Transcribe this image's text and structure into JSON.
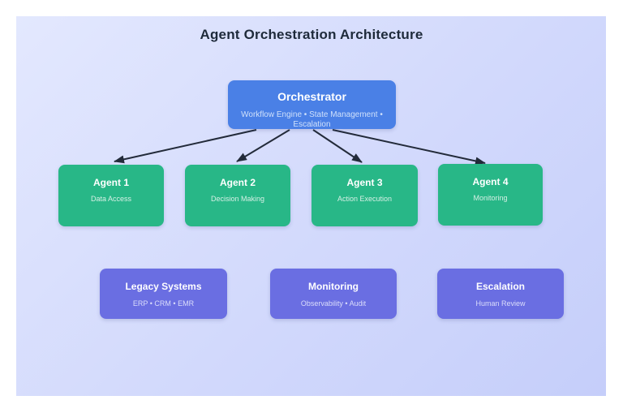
{
  "title": "Agent Orchestration Architecture",
  "nodes": {
    "orchestrator": {
      "title": "Orchestrator",
      "subtitle": "Workflow Engine • State Management • Escalation"
    },
    "agents": [
      {
        "title": "Agent 1",
        "subtitle": "Data Access"
      },
      {
        "title": "Agent 2",
        "subtitle": "Decision Making"
      },
      {
        "title": "Agent 3",
        "subtitle": "Action Execution"
      },
      {
        "title": "Agent 4",
        "subtitle": "Monitoring"
      }
    ],
    "systems": [
      {
        "title": "Legacy Systems",
        "subtitle": "ERP • CRM • EMR"
      },
      {
        "title": "Monitoring",
        "subtitle": "Observability • Audit"
      },
      {
        "title": "Escalation",
        "subtitle": "Human Review"
      }
    ]
  },
  "edges": [
    {
      "from": "Orchestrator",
      "to": "Agent 1"
    },
    {
      "from": "Orchestrator",
      "to": "Agent 2"
    },
    {
      "from": "Orchestrator",
      "to": "Agent 3"
    },
    {
      "from": "Orchestrator",
      "to": "Agent 4"
    }
  ],
  "colors": {
    "background_gradient_start": "#e3e8fe",
    "background_gradient_end": "#c5cefa",
    "orchestrator_fill": "#4a80e6",
    "agent_fill": "#28b787",
    "system_fill": "#6a6ee2",
    "arrow": "#232b3a",
    "title_text": "#1e2a3a"
  }
}
